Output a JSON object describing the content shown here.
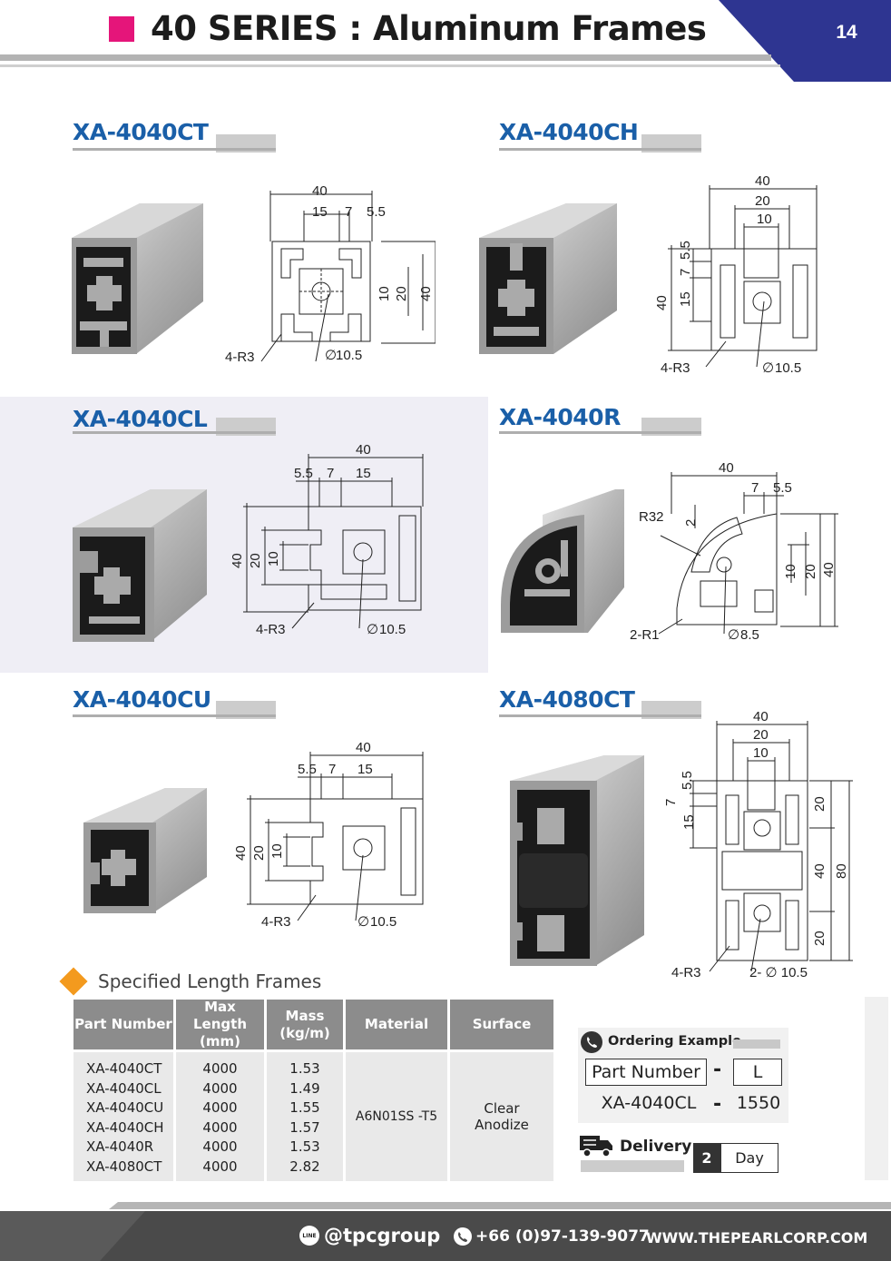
{
  "header": {
    "title": "40 SERIES : Aluminum Frames",
    "page_number": "14",
    "colors": {
      "accent": "#e5157a",
      "tab": "#2e3591",
      "title_blue": "#1a5fa8"
    }
  },
  "products": [
    {
      "name": "XA-4040CT",
      "dims": {
        "width": "40",
        "d1": "15",
        "d2": "7",
        "d3": "5.5",
        "v1": "10",
        "v2": "20",
        "v3": "40",
        "radius": "4-R3",
        "hole": "10.5"
      }
    },
    {
      "name": "XA-4040CH",
      "dims": {
        "width": "40",
        "d1": "20",
        "d2": "10",
        "v1": "5.5",
        "v2": "7",
        "v3": "15",
        "height": "40",
        "radius": "4-R3",
        "hole": "10.5"
      }
    },
    {
      "name": "XA-4040CL",
      "dims": {
        "width": "40",
        "d1": "5.5",
        "d2": "7",
        "d3": "15",
        "v1": "40",
        "v2": "20",
        "v3": "10",
        "radius": "4-R3",
        "hole": "10.5"
      }
    },
    {
      "name": "XA-4040R",
      "dims": {
        "width": "40",
        "d1": "7",
        "d2": "5.5",
        "r32": "R32",
        "r2": "2",
        "v1": "10",
        "v2": "20",
        "v3": "40",
        "radius": "2-R1",
        "hole": "8.5"
      }
    },
    {
      "name": "XA-4040CU",
      "dims": {
        "width": "40",
        "d1": "5.5",
        "d2": "7",
        "d3": "15",
        "v1": "40",
        "v2": "20",
        "v3": "10",
        "radius": "4-R3",
        "hole": "10.5"
      }
    },
    {
      "name": "XA-4080CT",
      "dims": {
        "width": "40",
        "d1": "20",
        "d2": "10",
        "v1": "5.5",
        "v2": "7",
        "v3": "15",
        "r1": "20",
        "r2": "40",
        "r3": "80",
        "r4": "20",
        "radius": "4-R3",
        "hole": "2- ∅ 10.5"
      }
    }
  ],
  "spec": {
    "title": "Specified Length Frames",
    "headers": [
      "Part Number",
      "Max Length (mm)",
      "Mass (kg/m)",
      "Material",
      "Surface"
    ],
    "part_numbers": [
      "XA-4040CT",
      "XA-4040CL",
      "XA-4040CU",
      "XA-4040CH",
      "XA-4040R",
      "XA-4080CT"
    ],
    "max_lengths": [
      "4000",
      "4000",
      "4000",
      "4000",
      "4000",
      "4000"
    ],
    "masses": [
      "1.53",
      "1.49",
      "1.55",
      "1.57",
      "1.53",
      "2.82"
    ],
    "material": "A6N01SS -T5",
    "surface_line1": "Clear",
    "surface_line2": "Anodize"
  },
  "ordering": {
    "title": "Ordering Example",
    "label_part": "Part Number",
    "dash": "-",
    "label_length": "L",
    "example_part": "XA-4040CL",
    "example_length": "1550"
  },
  "delivery": {
    "title": "Delivery",
    "value": "2",
    "unit": "Day"
  },
  "footer": {
    "line_icon_text": "LINE",
    "social": "@tpcgroup",
    "phone": "+66 (0)97-139-9077",
    "website": "WWW.THEPEARLCORP.COM"
  }
}
